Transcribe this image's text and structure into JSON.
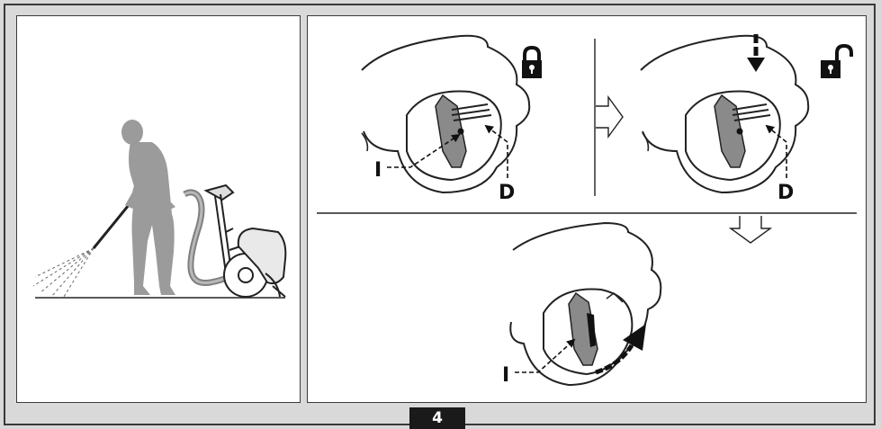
{
  "figure": {
    "number": "4"
  },
  "labels": {
    "step1_trigger": "I",
    "step1_lock": "D",
    "step2_lock": "D",
    "step3_trigger": "I"
  },
  "icons": {
    "step1": "padlock-closed-icon",
    "step2": "padlock-open-icon"
  },
  "colors": {
    "background": "#d9d9d9",
    "panel": "#ffffff",
    "figure_silhouette": "#9b9b9b",
    "line_art": "#222222",
    "number_badge": "#1a1a1a"
  }
}
